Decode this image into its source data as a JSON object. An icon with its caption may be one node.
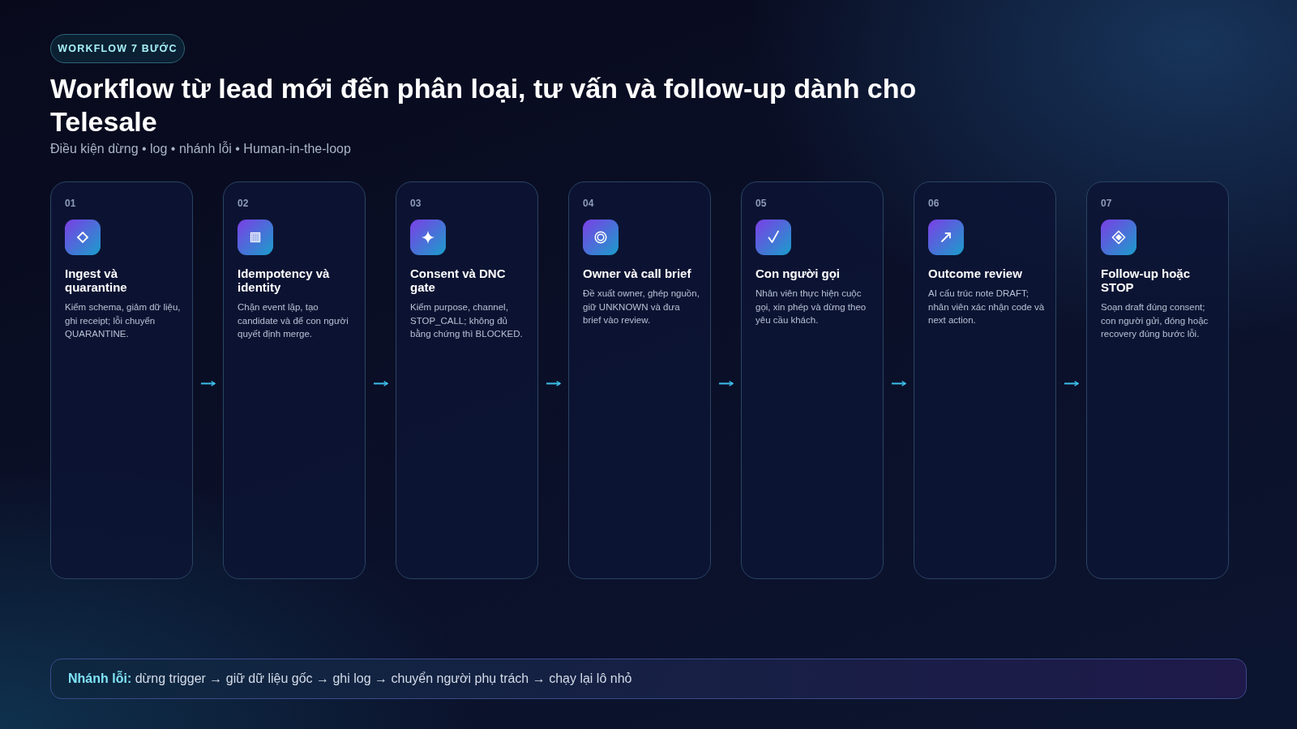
{
  "diagram": {
    "title": "Workflow từ lead mới đến phân loại, tư vấn và follow-up dành cho Telesale",
    "nodes": [
      {
        "text": [
          "WORKFLOW 7 BƯỚC"
        ]
      },
      {
        "text": [
          "01",
          "Ingest và quarantine",
          "Kiểm schema, giảm dữ liệu, ghi receipt; lỗi chuyển QUARANTINE."
        ]
      },
      {
        "text": [
          "02",
          "Idempotency và identity",
          "Chặn event lặp, tạo candidate và để con người quyết định merge."
        ]
      },
      {
        "text": [
          "03",
          "Consent và DNC gate",
          "Kiểm purpose, channel, STOP_CALL; không đủ bằng chứng thì BLOCKED."
        ]
      },
      {
        "text": [
          "04",
          "Owner và call brief",
          "Đề xuất owner, ghép nguồn, giữ UNKNOWN và đưa brief vào review."
        ]
      },
      {
        "text": [
          "05",
          "Con người gọi",
          "Nhân viên thực hiện cuộc gọi, xin phép và dừng theo yêu cầu khách."
        ]
      },
      {
        "text": [
          "06",
          "Outcome review",
          "AI cấu trúc note DRAFT; nhân viên xác nhận code và next action."
        ]
      },
      {
        "text": [
          "07",
          "Follow-up hoặc STOP",
          "Soạn draft đúng consent; con người gửi, đóng hoặc recovery đúng bước lỗi."
        ]
      },
      {
        "text": [
          "**Nhánh lỗi:** dừng trigger → giữ dữ liệu gốc → ghi log → chuyển người phụ trách → chạy lại lô nhỏ"
        ]
      }
    ],
    "edges": [
      {
        "from": 1,
        "to": 2,
        "arrow": "to"
      },
      {
        "from": 2,
        "to": 3,
        "arrow": "to"
      },
      {
        "from": 3,
        "to": 4,
        "arrow": "to"
      },
      {
        "from": 4,
        "to": 5,
        "arrow": "to"
      },
      {
        "from": 5,
        "to": 6,
        "arrow": "to"
      },
      {
        "from": 6,
        "to": 7,
        "arrow": "to"
      }
    ],
    "labels": [
      "Điều kiện dừng • log • nhánh lỗi • Human-in-the-loop"
    ]
  }
}
